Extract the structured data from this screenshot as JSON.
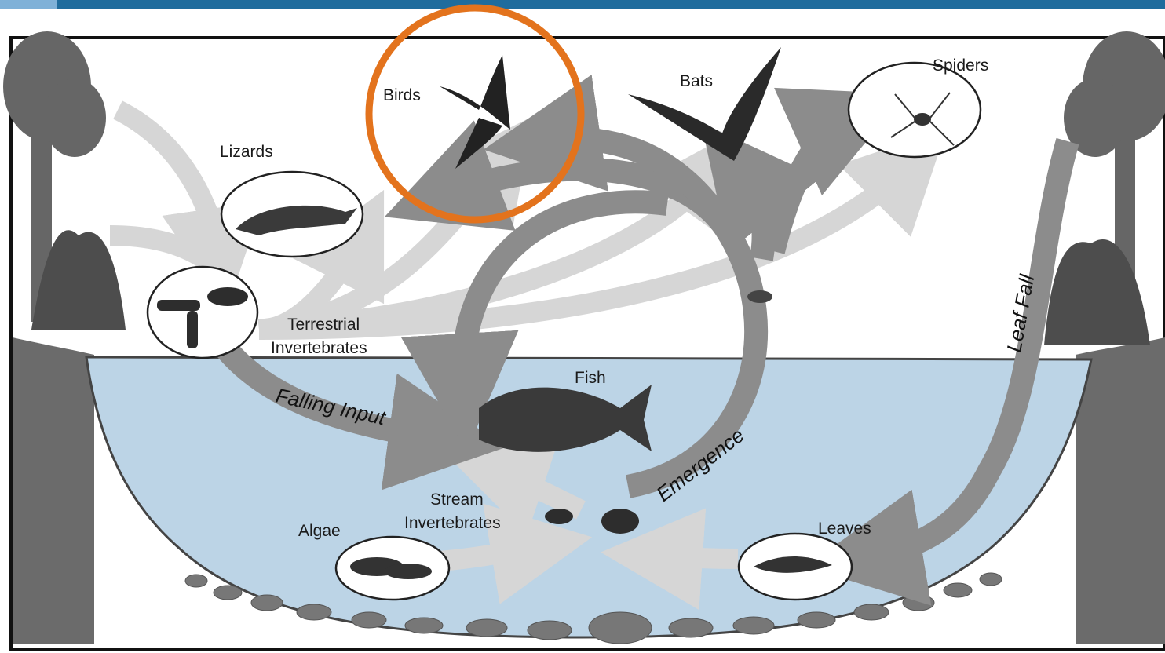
{
  "labels": {
    "birds": "Birds",
    "bats": "Bats",
    "spiders": "Spiders",
    "lizards": "Lizards",
    "terrestrial_1": "Terrestrial",
    "terrestrial_2": "Invertebrates",
    "fish": "Fish",
    "stream_1": "Stream",
    "stream_2": "Invertebrates",
    "algae": "Algae",
    "leaves": "Leaves"
  },
  "flows": {
    "falling_input": "Falling Input",
    "emergence": "Emergence",
    "leaf_fall": "Leaf Fall"
  },
  "colors": {
    "header_bar": "#1f6c9d",
    "header_accent": "#7fb1d8",
    "water": "#bcd4e6",
    "highlight_circle": "#e3731d",
    "dark_arrow": "#8c8c8c",
    "light_arrow": "#d4d4d4"
  }
}
